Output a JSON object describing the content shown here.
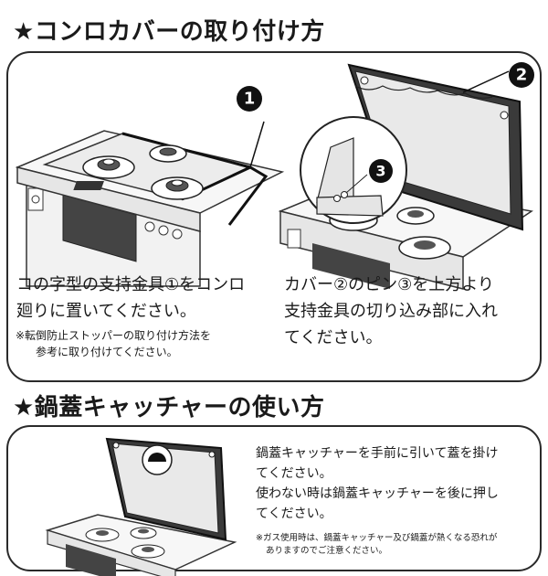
{
  "section1": {
    "title": "★コンロカバーの取り付け方",
    "step1": {
      "badge": "1",
      "line1": "コの字型の支持金具①をコンロ",
      "line2": "廻りに置いてください。",
      "note_line1": "※転倒防止ストッパーの取り付け方法を",
      "note_line2": "参考に取り付けてください。"
    },
    "step2": {
      "badge_cover": "2",
      "badge_pin": "3",
      "line1": "カバー②のピン③を上方より",
      "line2": "支持金具の切り込み部に入れ",
      "line3": "てください。"
    }
  },
  "section2": {
    "title": "★鍋蓋キャッチャーの使い方",
    "line1": "鍋蓋キャッチャーを手前に引いて蓋を掛け",
    "line2": "てください。",
    "line3": "使わない時は鍋蓋キャッチャーを後に押し",
    "line4": "てください。",
    "note_line1": "※ガス使用時は、鍋蓋キャッチャー及び鍋蓋が熱くなる恐れが",
    "note_line2": "ありますのでご注意ください。"
  }
}
